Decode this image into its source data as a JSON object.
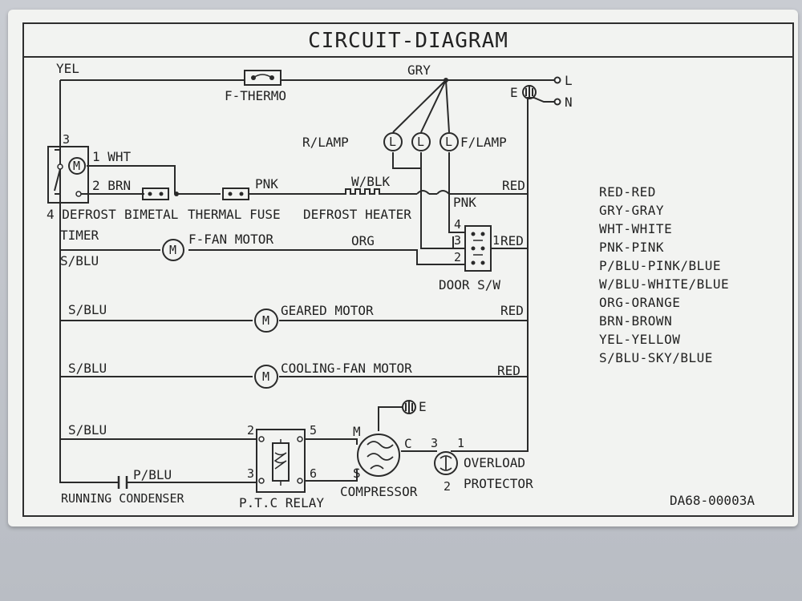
{
  "title": "CIRCUIT-DIAGRAM",
  "part_number": "DA68-00003A",
  "labels": {
    "yel": "YEL",
    "gry": "GRY",
    "f_thermo": "F-THERMO",
    "L": "L",
    "N": "N",
    "E_top": "E",
    "r_lamp": "R/LAMP",
    "f_lamp": "F/LAMP",
    "pin3": "3",
    "wht": "1 WHT",
    "brn": "2 BRN",
    "pin4_defrost": "4 DEFROST",
    "timer": "TIMER",
    "bimetal": "BIMETAL",
    "thermal_fuse": "THERMAL FUSE",
    "defrost_heater": "DEFROST HEATER",
    "pnk1": "PNK",
    "w_blk": "W/BLK",
    "red1": "RED",
    "pnk2": "PNK",
    "d4": "4",
    "d3": "3",
    "d2": "2",
    "d1": "1",
    "red2": "RED",
    "f_fan_motor": "F-FAN MOTOR",
    "org": "ORG",
    "sblu1": "S/BLU",
    "door_sw": "DOOR S/W",
    "sblu2": "S/BLU",
    "geared_motor": "GEARED MOTOR",
    "red3": "RED",
    "sblu3": "S/BLU",
    "cooling_fan_motor": "COOLING-FAN MOTOR",
    "red4": "RED",
    "sblu4": "S/BLU",
    "E_comp": "E",
    "p2": "2",
    "p5": "5",
    "M": "M",
    "C": "C",
    "o3": "3",
    "o1": "1",
    "p3": "3",
    "p6": "6",
    "S": "S",
    "o2": "2",
    "overload": "OVERLOAD",
    "protector": "PROTECTOR",
    "p_blu": "P/BLU",
    "running_condenser": "RUNNING CONDENSER",
    "ptc_relay": "P.T.C RELAY",
    "compressor": "COMPRESSOR",
    "motor_symbol": "M",
    "lamp_symbol": "L"
  },
  "legend": [
    "RED-RED",
    "GRY-GRAY",
    "WHT-WHITE",
    "PNK-PINK",
    "P/BLU-PINK/BLUE",
    "W/BLU-WHITE/BLUE",
    "ORG-ORANGE",
    "BRN-BROWN",
    "YEL-YELLOW",
    "S/BLU-SKY/BLUE"
  ]
}
